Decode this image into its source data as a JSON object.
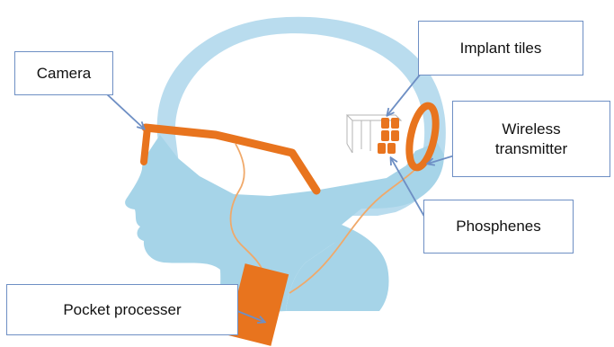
{
  "labels": {
    "camera": "Camera",
    "implant_tiles": "Implant tiles",
    "wireless_line1": "Wireless",
    "wireless_line2": "transmitter",
    "phosphenes": "Phosphenes",
    "pocket_processer": "Pocket processer"
  },
  "colors": {
    "skull": "#b9dcee",
    "face": "#a6d4e8",
    "orange": "#e8741e",
    "wire": "#f0a96a",
    "arrow": "#6e8fc4",
    "box_border": "#6e8fc4"
  }
}
